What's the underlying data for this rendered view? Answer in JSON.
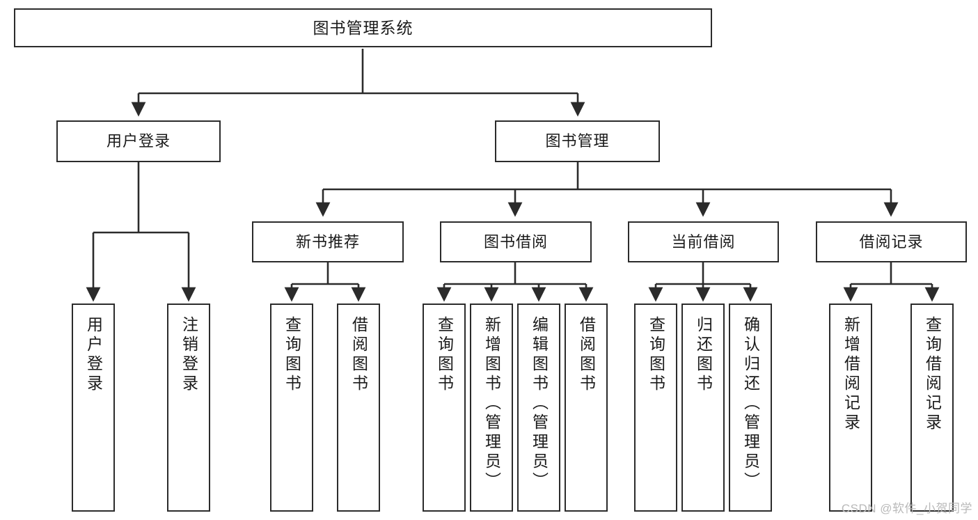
{
  "diagram": {
    "title": "图书管理系统",
    "type": "tree-hierarchy",
    "background_color": "#ffffff",
    "border_color": "#2b2b2b",
    "text_color": "#1a1a1a",
    "levels": {
      "root": {
        "label": "图书管理系统"
      },
      "level2": [
        {
          "label": "用户登录"
        },
        {
          "label": "图书管理"
        }
      ],
      "level3": [
        {
          "label": "新书推荐"
        },
        {
          "label": "图书借阅"
        },
        {
          "label": "当前借阅"
        },
        {
          "label": "借阅记录"
        }
      ],
      "leaves": {
        "user_login": [
          {
            "label": "用户登录"
          },
          {
            "label": "注销登录"
          }
        ],
        "new_book_recommend": [
          {
            "label": "查询图书"
          },
          {
            "label": "借阅图书"
          }
        ],
        "book_borrow": [
          {
            "label": "查询图书"
          },
          {
            "label": "新增图书（管理员）"
          },
          {
            "label": "编辑图书（管理员）"
          },
          {
            "label": "借阅图书"
          }
        ],
        "current_borrow": [
          {
            "label": "查询图书"
          },
          {
            "label": "归还图书"
          },
          {
            "label": "确认归还（管理员）"
          }
        ],
        "borrow_record": [
          {
            "label": "新增借阅记录"
          },
          {
            "label": "查询借阅记录"
          }
        ]
      }
    }
  },
  "watermark": {
    "text": "CSDN @软件_小贺同学"
  }
}
